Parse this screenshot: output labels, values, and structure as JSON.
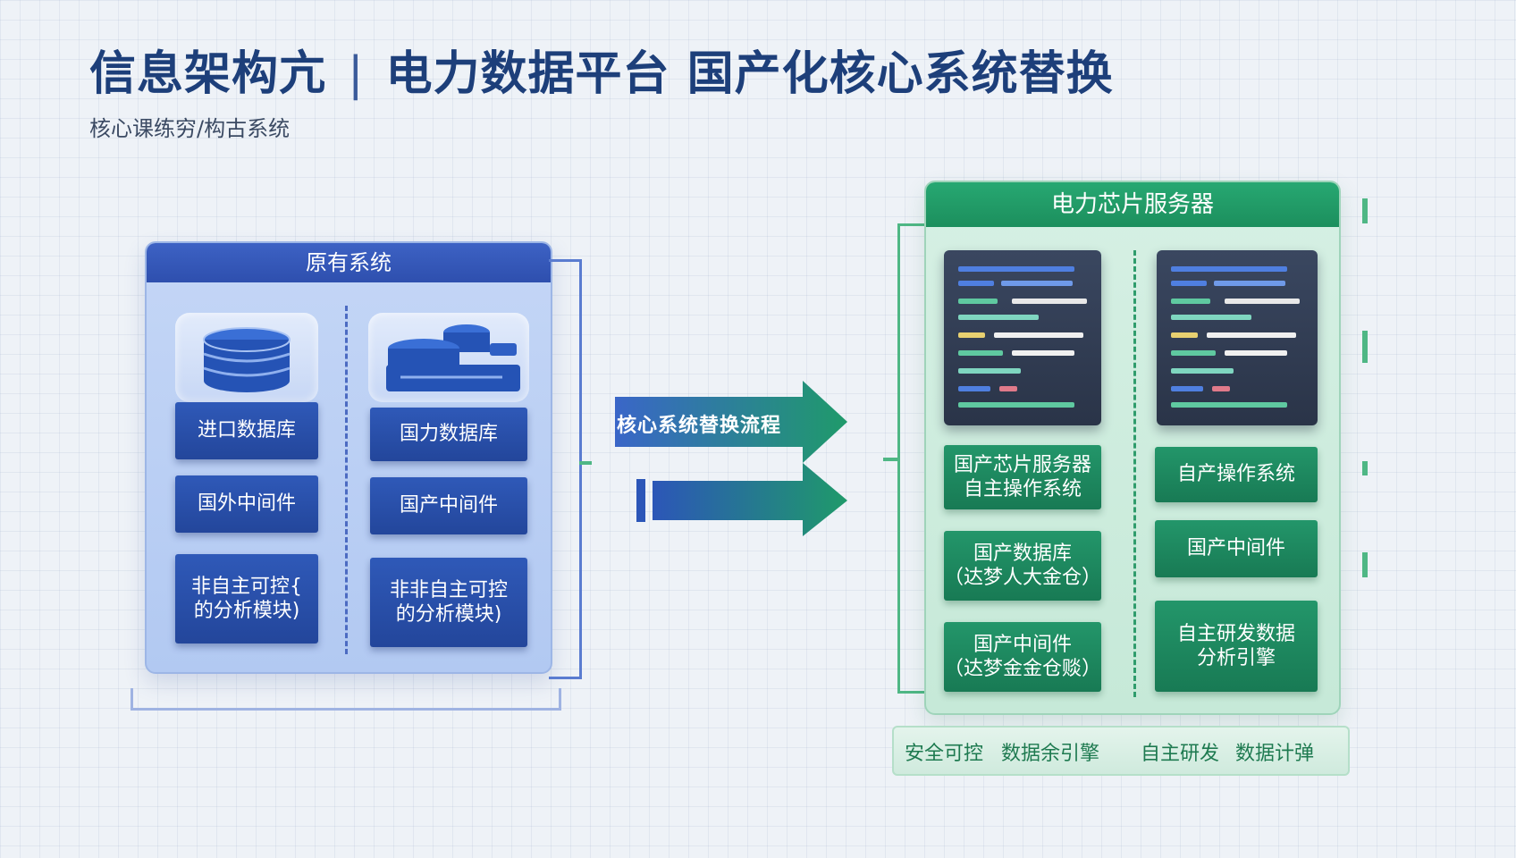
{
  "header": {
    "title_left": "信息架构亢",
    "separator": "|",
    "title_right": "电力数据平台 国产化核心系统替换",
    "subtitle": "核心课练穷/构古系统"
  },
  "left_panel": {
    "title": "原有系统",
    "col1": [
      "进口数据库",
      "国外中间件",
      "非自主可控{\n的分析模块)"
    ],
    "col2": [
      "国力数据库",
      "国产中间件",
      "非非自主可控\n的分析模块)"
    ]
  },
  "arrow": {
    "label": "核心系统替换流程"
  },
  "right_panel": {
    "title": "电力芯片服务器",
    "col1": [
      "国产芯片服务器\n自主操作系统",
      "国产数据库\n（达梦人大金仓）",
      "国产中间件\n（达梦金金仓赕）"
    ],
    "col2": [
      "自产操作系统",
      "国产中间件",
      "自主研发数据\n分析引擎"
    ],
    "footer": [
      "安全可控",
      "数据余引擎",
      "自主研发",
      "数据计弹"
    ]
  },
  "colors": {
    "blue_dark": "#23469b",
    "green_dark": "#187a54",
    "title": "#1d3f7a"
  }
}
